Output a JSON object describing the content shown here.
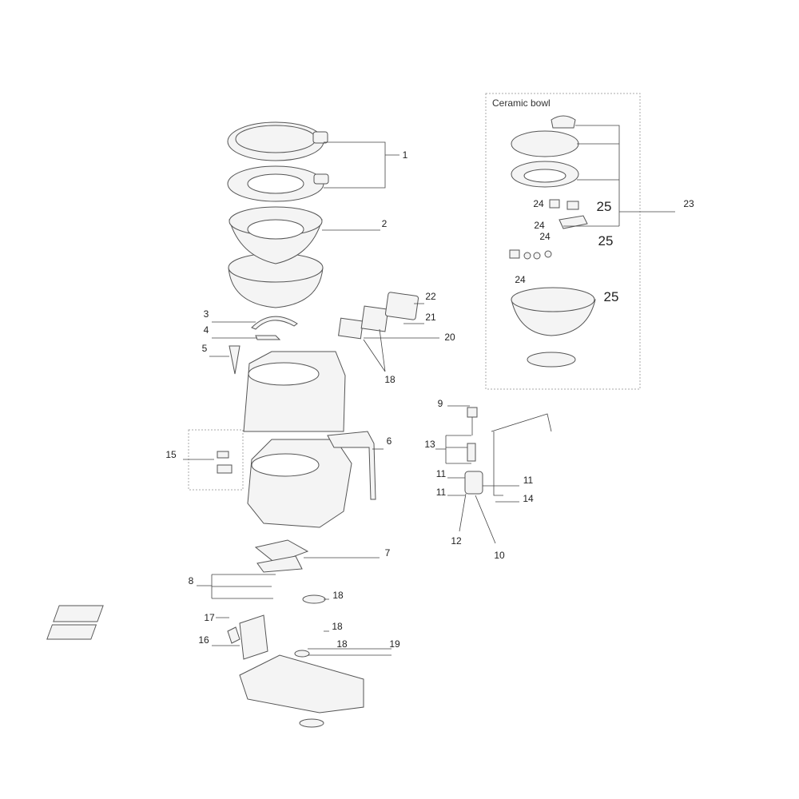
{
  "panel_title": "Ceramic bowl",
  "labels": {
    "l1": "1",
    "l2": "2",
    "l3": "3",
    "l4": "4",
    "l5": "5",
    "l22": "22",
    "l21": "21",
    "l20": "20",
    "l18a": "18",
    "l23": "23",
    "c24a": "24",
    "c25a": "25",
    "c24b": "24",
    "c24c": "24",
    "c25b": "25",
    "c24d": "24",
    "c25c": "25",
    "l9": "9",
    "l13": "13",
    "l15": "15",
    "l6": "6",
    "l11a": "11",
    "l11b": "11",
    "l11c": "11",
    "l14": "14",
    "l12": "12",
    "l10": "10",
    "l7": "7",
    "l8": "8",
    "l18b": "18",
    "l17": "17",
    "l18c": "18",
    "l16": "16",
    "l18d": "18",
    "l19": "19"
  }
}
